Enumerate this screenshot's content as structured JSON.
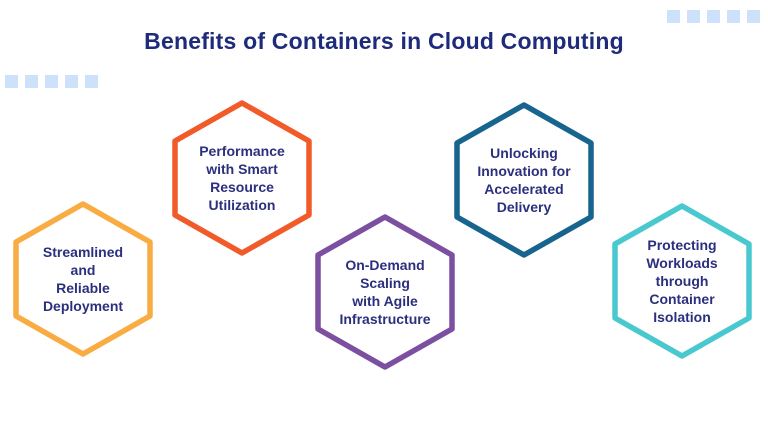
{
  "title": "Benefits of Containers in Cloud Computing",
  "colors": {
    "title_text": "#1E2B7B",
    "hexagon_text": "#2B2F7E",
    "decor_square": "#CDE1FA",
    "background": "#FFFFFF"
  },
  "decorations": {
    "top_right_square_count": 5,
    "left_square_count": 5
  },
  "hexagons": [
    {
      "label": "Streamlined\nand\nReliable\nDeployment",
      "color": "#F9AC42"
    },
    {
      "label": "Performance\nwith Smart\nResource\nUtilization",
      "color": "#F15A29"
    },
    {
      "label": "On-Demand\nScaling\nwith Agile\nInfrastructure",
      "color": "#7C4FA0"
    },
    {
      "label": "Unlocking\nInnovation for\nAccelerated\nDelivery",
      "color": "#17648E"
    },
    {
      "label": "Protecting\nWorkloads\nthrough\nContainer\nIsolation",
      "color": "#49C8CF"
    }
  ]
}
